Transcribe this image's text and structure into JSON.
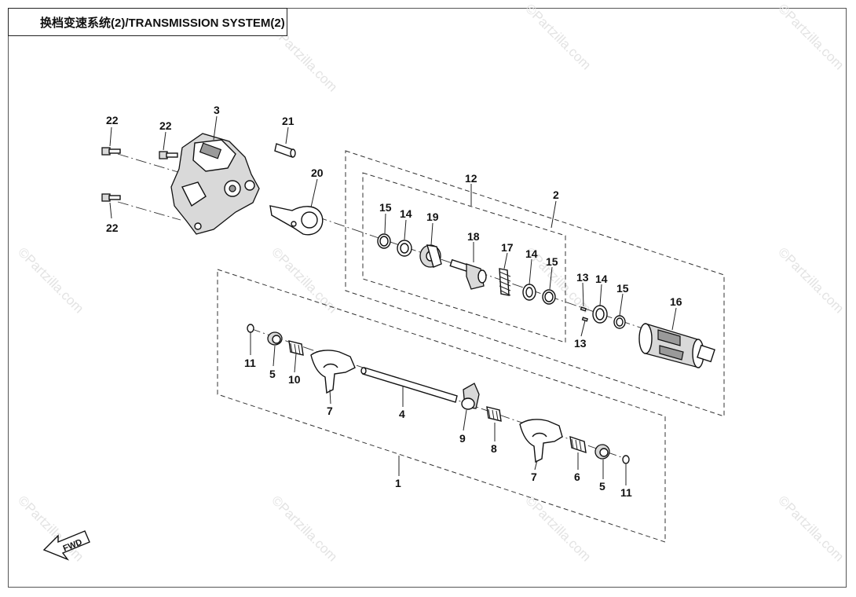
{
  "header": {
    "title": "换档变速系统(2)/TRANSMISSION SYSTEM(2)"
  },
  "watermark": {
    "text": "©Partzilla.com"
  },
  "fwd_label": "FWD",
  "callouts": {
    "c22a": "22",
    "c22b": "22",
    "c22c": "22",
    "c3": "3",
    "c21": "21",
    "c20": "20",
    "c12": "12",
    "c2": "2",
    "c15a": "15",
    "c14a": "14",
    "c19": "19",
    "c18": "18",
    "c17": "17",
    "c14b": "14",
    "c15b": "15",
    "c13a": "13",
    "c13b": "13",
    "c14c": "14",
    "c15c": "15",
    "c16": "16",
    "c11a": "11",
    "c5a": "5",
    "c10": "10",
    "c7a": "7",
    "c4": "4",
    "c9": "9",
    "c8": "8",
    "c7b": "7",
    "c6": "6",
    "c5b": "5",
    "c11b": "11",
    "c1": "1"
  },
  "colors": {
    "line": "#111111",
    "watermark": "#e3e3e3",
    "background": "#ffffff"
  }
}
